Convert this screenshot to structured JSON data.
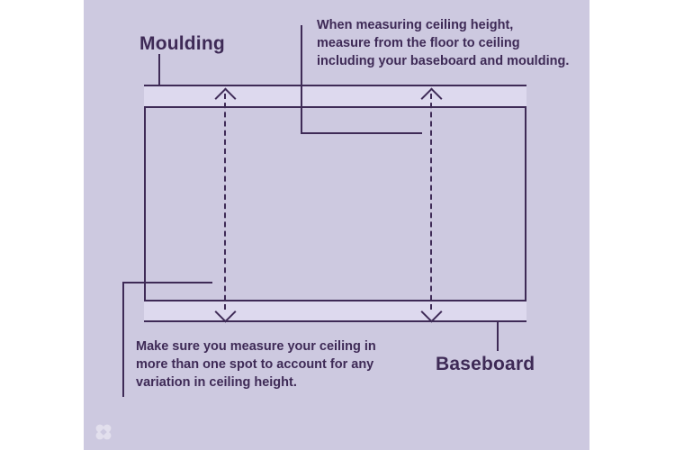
{
  "diagram": {
    "title_labels": {
      "moulding": "Moulding",
      "baseboard": "Baseboard"
    },
    "callouts": {
      "top_right": "When measuring ceiling height,\nmeasure from the floor to ceiling\nincluding your baseboard and moulding.",
      "bottom_left": "Make sure you measure your ceiling in\nmore than one spot to account for any\nvariation in ceiling height."
    },
    "icons": {
      "arrow_up": "arrow-up-icon",
      "arrow_down": "arrow-down-icon",
      "watermark": "quatrefoil-logo-watermark"
    },
    "colors": {
      "background": "#ffffff",
      "panel": "#cdc9e0",
      "band_fill": "#ddd9ee",
      "ink": "#3e2a56"
    }
  }
}
